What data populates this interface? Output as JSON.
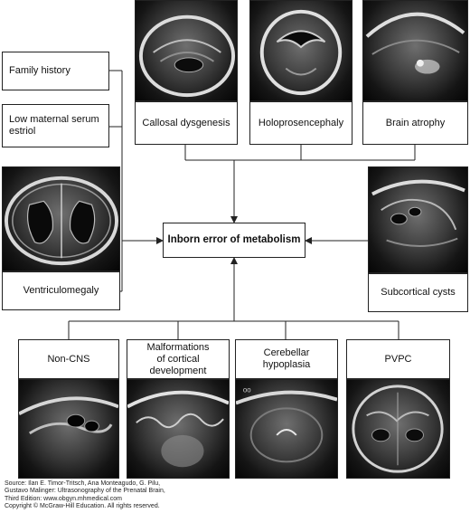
{
  "center_label": "Inborn error of metabolism",
  "left_boxes": {
    "family_history": "Family history",
    "low_maternal_serum_estriol": [
      "Low maternal serum",
      "estriol"
    ],
    "ventriculomegaly": "Ventriculomegaly"
  },
  "top_boxes": {
    "callosal_dysgenesis": "Callosal dysgenesis",
    "holoprosencephaly": "Holoprosencephaly",
    "brain_atrophy": "Brain atrophy"
  },
  "right_boxes": {
    "subcortical_cysts": "Subcortical cysts"
  },
  "bottom_boxes": {
    "non_cns": "Non-CNS",
    "malformations_cortical_development": [
      "Malformations",
      "of cortical",
      "development"
    ],
    "cerebellar_hypoplasia": "Cerebellar hypoplasia",
    "pvpc": "PVPC"
  },
  "image_marks": {
    "cerebellar_us_mark": "oo"
  },
  "source_text": [
    "Source: Ilan E. Timor-Tritsch, Ana Monteagudo, G. Pilu,",
    "Gustavo Malinger: Ultrasonography of the Prenatal Brain,",
    "Third Edition: www.obgyn.mhmedical.com",
    "Copyright © McGraw-Hill Education. All rights reserved."
  ]
}
